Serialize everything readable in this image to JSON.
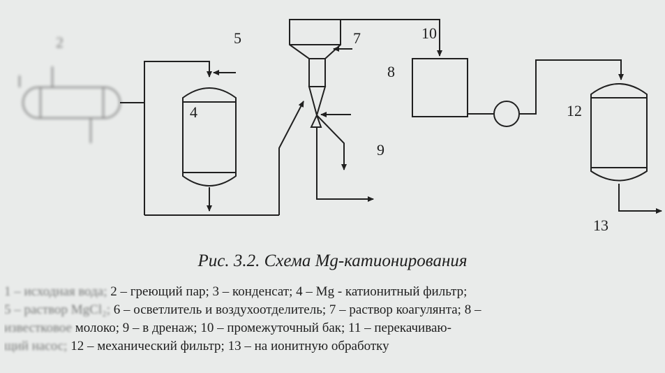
{
  "labels": {
    "l2": "2",
    "l4": "4",
    "l5": "5",
    "l7": "7",
    "l8": "8",
    "l9": "9",
    "l10": "10",
    "l12": "12",
    "l13": "13"
  },
  "caption": "Рис. 3.2. Схема Mg-катионирования",
  "legend": [
    {
      "faded": "1 – исходная вода;",
      "text": " 2  – греющий пар; 3  – конденсат; 4 – Mg - катионитный фильтр;"
    },
    {
      "faded": "5 – раствор MgCl₂;",
      "text": " 6 – осветлитель и воздухоотделитель;  7 – раствор коагулянта; 8 –"
    },
    {
      "faded": "известковое",
      "text": " молоко; 9 – в дренаж; 10 – промежуточный бак; 11 – перекачиваю-"
    },
    {
      "faded": "щий насос;",
      "text": " 12 – механический фильтр; 13 – на ионитную обработку"
    }
  ]
}
